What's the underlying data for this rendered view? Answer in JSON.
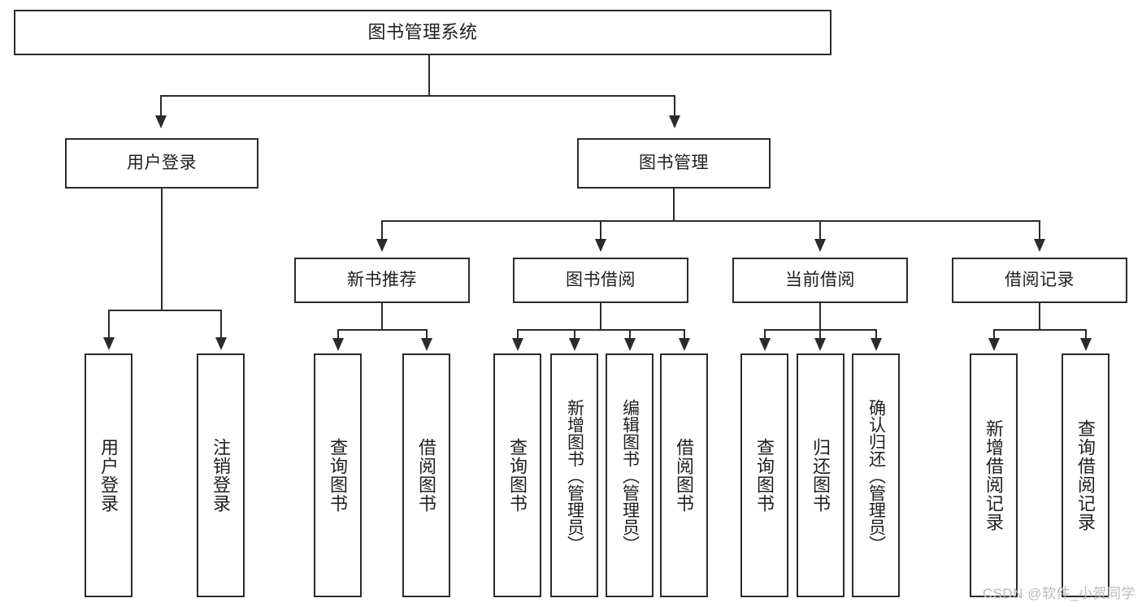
{
  "diagram": {
    "title": "图书管理系统",
    "watermark": "CSDN @软件_小贺同学",
    "nodes": {
      "root": {
        "label": "图书管理系统"
      },
      "level2": [
        {
          "id": "user-login",
          "label": "用户登录"
        },
        {
          "id": "book-manage",
          "label": "图书管理"
        }
      ],
      "level3": [
        {
          "id": "new-book-recommend",
          "label": "新书推荐"
        },
        {
          "id": "book-borrow",
          "label": "图书借阅"
        },
        {
          "id": "current-borrow",
          "label": "当前借阅"
        },
        {
          "id": "borrow-record",
          "label": "借阅记录"
        }
      ],
      "leaves": {
        "user_login": [
          {
            "id": "leaf-user-login",
            "label": "用户登录"
          },
          {
            "id": "leaf-user-logout",
            "label": "注销登录"
          }
        ],
        "new_book_recommend": [
          {
            "id": "leaf-query-book-1",
            "label": "查询图书"
          },
          {
            "id": "leaf-borrow-book-1",
            "label": "借阅图书"
          }
        ],
        "book_borrow": [
          {
            "id": "leaf-query-book-2",
            "label": "查询图书"
          },
          {
            "id": "leaf-add-book",
            "label": "新增图书（管理员）"
          },
          {
            "id": "leaf-edit-book",
            "label": "编辑图书（管理员）"
          },
          {
            "id": "leaf-borrow-book-2",
            "label": "借阅图书"
          }
        ],
        "current_borrow": [
          {
            "id": "leaf-query-book-3",
            "label": "查询图书"
          },
          {
            "id": "leaf-return-book",
            "label": "归还图书"
          },
          {
            "id": "leaf-confirm-return",
            "label": "确认归还（管理员）"
          }
        ],
        "borrow_record": [
          {
            "id": "leaf-add-record",
            "label": "新增借阅记录"
          },
          {
            "id": "leaf-query-record",
            "label": "查询借阅记录"
          }
        ]
      }
    },
    "colors": {
      "stroke": "#2b2b2b",
      "fill": "#ffffff",
      "text": "#1f1f1f",
      "watermark": "#b9b9b9"
    }
  }
}
